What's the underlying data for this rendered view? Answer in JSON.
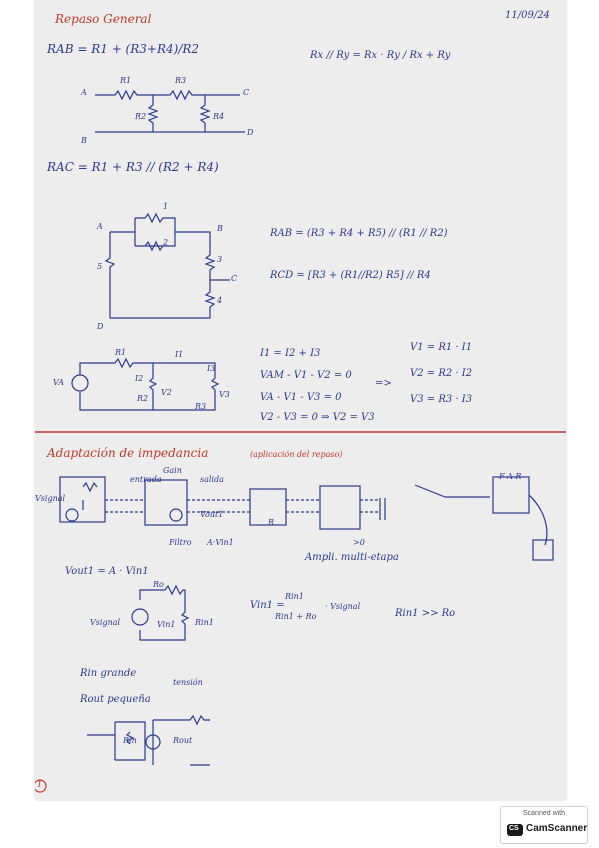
{
  "page": {
    "title": "Repaso General",
    "date": "11/09/24",
    "page_number": "1"
  },
  "section1": {
    "rab_formula": "RAB = R1 + (R3+R4)/R2",
    "parallel_formula": "Rx // Ry = Rx · Ry / Rx + Ry",
    "labels": {
      "A": "A",
      "B": "B",
      "C": "C",
      "D": "D",
      "R1": "R1",
      "R2": "R2",
      "R3": "R3",
      "R4": "R4"
    },
    "rac_formula": "RAC = R1 + R3 // (R2 + R4)"
  },
  "section2": {
    "labels": {
      "A": "A",
      "B": "B",
      "C": "C",
      "D": "D",
      "n1": "1",
      "n2": "2",
      "n3": "3",
      "n4": "4",
      "n5": "5"
    },
    "rab_formula": "RAB = (R3 + R4 + R5) // (R1 // R2)",
    "rcd_formula": "RCD = [R3 + (R1//R2) R5] // R4"
  },
  "section3": {
    "labels": {
      "R1": "R1",
      "I1": "I1",
      "I2": "I2",
      "I3": "I3",
      "VA": "VA",
      "V2": "V2",
      "V3": "V3",
      "R2": "R2",
      "R3": "R3"
    },
    "equations": [
      "I1 = I2 + I3",
      "VAM - V1 - V2 = 0",
      "VA - V1 - V3 = 0",
      "V2 - V3 = 0 ⇒ V2 = V3"
    ],
    "arrow": "=>",
    "results": [
      "V1 = R1 · I1",
      "V2 = R2 · I2",
      "V3 = R3 · I3"
    ]
  },
  "section4": {
    "title": "Adaptación de impedancia",
    "subtitle": "(aplicación del repaso)",
    "labels": {
      "vsignal": "Vsignal",
      "entrada": "entrada",
      "salida": "salida",
      "gain": "Gain",
      "filtro": "Filtro",
      "avin": "A·Vin1",
      "vout": "Vout1",
      "r": "R",
      "gt0": ">0",
      "multi": "Ampli. multi-etapa",
      "far": "F A R"
    },
    "vout_formula": "Vout1 = A · Vin1",
    "circuit_labels": {
      "ro": "Ro",
      "vsignal": "Vsignal",
      "vin": "Vin1",
      "rin": "Rin1"
    },
    "vin_formula_lhs": "Vin1 =",
    "vin_num": "Rin1",
    "vin_den": "Rin1 + Ro",
    "vin_tail": "· Vsignal",
    "condition": "Rin1 >> Ro",
    "rin_large": "Rin grande",
    "tension": "tensión",
    "rout_small": "Rout pequeña",
    "bottom_labels": {
      "rin": "Rin",
      "rout": "Rout"
    }
  },
  "watermark": {
    "top": "Scanned with",
    "logo": "CS",
    "name": "CamScanner"
  }
}
